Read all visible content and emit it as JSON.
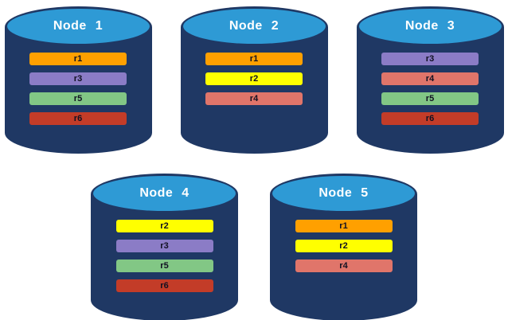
{
  "diagram": {
    "background": "#ffffff",
    "cylinder_body_color": "#1F3864",
    "cylinder_top_color": "#2E9AD5",
    "record_colors": {
      "r1": "#FFA000",
      "r2": "#FFFF00",
      "r3": "#8B7CC6",
      "r4": "#E0756A",
      "r5": "#82C785",
      "r6": "#C33C28"
    },
    "nodes": [
      {
        "label": "Node 1",
        "records": [
          "r1",
          "r3",
          "r5",
          "r6"
        ]
      },
      {
        "label": "Node 2",
        "records": [
          "r1",
          "r2",
          "r4"
        ]
      },
      {
        "label": "Node 3",
        "records": [
          "r3",
          "r4",
          "r5",
          "r6"
        ]
      },
      {
        "label": "Node 4",
        "records": [
          "r2",
          "r3",
          "r5",
          "r6"
        ]
      },
      {
        "label": "Node 5",
        "records": [
          "r1",
          "r2",
          "r4"
        ]
      }
    ],
    "rows": [
      [
        0,
        1,
        2
      ],
      [
        3,
        4
      ]
    ]
  }
}
